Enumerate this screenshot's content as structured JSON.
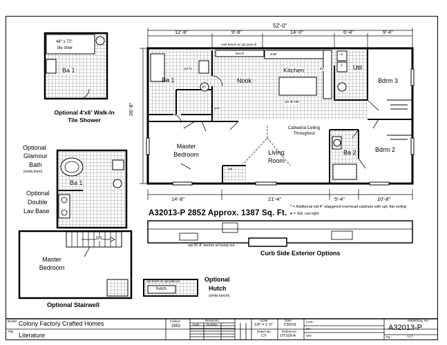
{
  "plan": {
    "overall_width": "52'-0\"",
    "overall_depth": "26'-8\"",
    "top_dims": [
      "12'-8\"",
      "9'-8\"",
      "14'-0\"",
      "6'-4\"",
      "9'-4\""
    ],
    "bottom_dims": [
      "14'-8\"",
      "21'-4\"",
      "5'-4\"",
      "10'-8\""
    ],
    "rooms": {
      "ba1": "Ba 1",
      "nook": "Nook",
      "kitchen": "Kitchen",
      "util": "Util",
      "bdrm3": "Bdrm 3",
      "master": "Master Bedroom",
      "living": "Living Room",
      "ba2": "Ba 2",
      "bdrm2": "Bdrm 2",
      "cathedral": "Cathedral Ceiling Throughout"
    },
    "small_labels": {
      "omit_bench": "omit bench w/ opt patio dr",
      "shelf": "shelf",
      "bench": "bench",
      "opt_lin": "opt lin",
      "opt_ib": "opt IB-185",
      "dw": "dw",
      "pan": "pan",
      "w": "w",
      "d": "d",
      "wh": "wh",
      "opt": "opt"
    }
  },
  "model_line": "A32013-P 2852  Approx. 1387 Sq. Ft.",
  "notes": [
    "* = Additional std 4\" staggered overhead cabinets with opt. flat ceiling",
    "● = Std. can light"
  ],
  "options": {
    "walkin_title": "Optional 4'x6' Walk-In Tile Shower",
    "walkin_spec_1": "48\" x 72\"",
    "walkin_spec_2": "tile shwr",
    "walkin_room": "Ba 1",
    "glamour_title_1": "Optional",
    "glamour_title_2": "Glamour",
    "glamour_title_3": "Bath",
    "glamour_sub": "(omits linen)",
    "lav_title_1": "Optional",
    "lav_title_2": "Double",
    "lav_title_3": "Lav Base",
    "glamour_room": "Ba 1",
    "stairwell_title": "Optional Stairwell",
    "stair_dn": "DN",
    "stair_room": "Master Bedroom",
    "hutch_title_1": "Optional",
    "hutch_title_2": "Hutch",
    "hutch_sub": "(omits bench)",
    "hutch_label": "hutch",
    "hutch_note": "opt hutch w/ opt patio dr",
    "dormer_note": "opt 26'-8\" dormer w/ bump-out",
    "exterior_title": "Curb Side Exterior Options"
  },
  "title_block": {
    "builder_label": "Builder",
    "builder": "Colony Factory Crafted Homes",
    "title_label": "Title",
    "title": "Literature",
    "callout_label": "Callout:",
    "callout": "2852",
    "revisions_label": "Revisions",
    "date_col": "Date",
    "number_col": "Number",
    "scale_label": "Scale:",
    "scale": "1/8\" = 1'-0\"",
    "date_label": "Date:",
    "date": "7/30/18",
    "drawn_label": "Drawn By:",
    "drawn": "CY",
    "ref_label": "Reference:",
    "ref": "DT109-A",
    "cust_label": "Cust.:",
    "div_label": "Div:",
    "sn_label": "S/N:",
    "model_label": "Model/Eng. No.:",
    "model": "A32013-P",
    "pg_label": "Pg.:",
    "pg": "LIT"
  }
}
